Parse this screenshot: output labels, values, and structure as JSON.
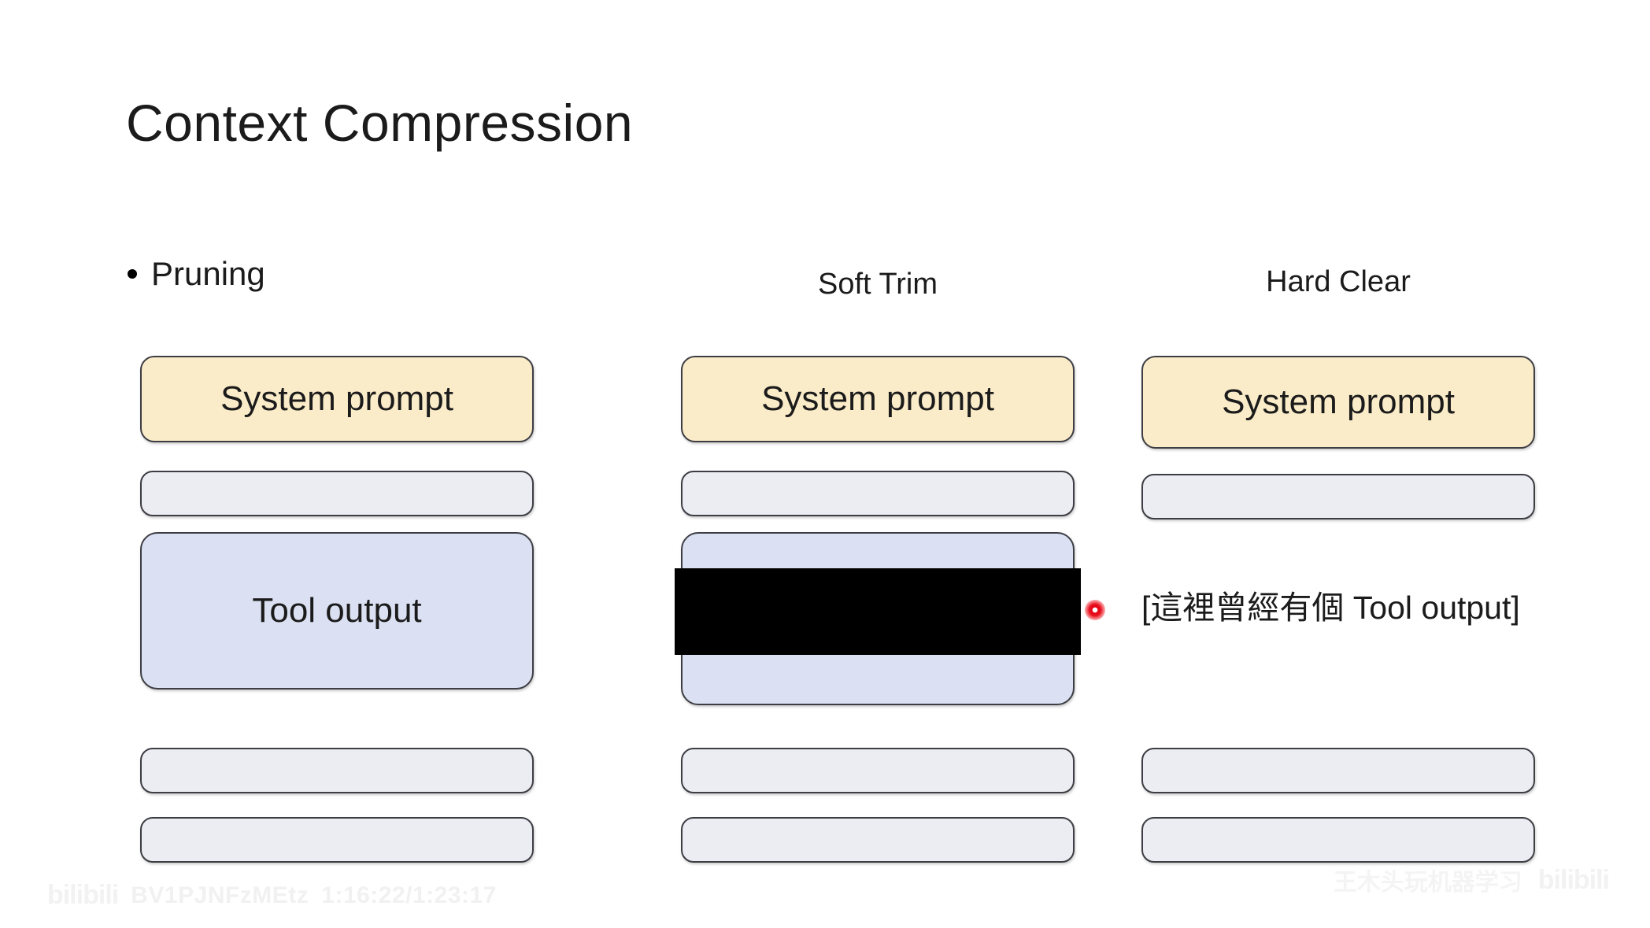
{
  "slide": {
    "title": "Context Compression",
    "bullet": {
      "marker": "bullet-dot",
      "label": "Pruning"
    }
  },
  "columns": [
    {
      "id": "baseline",
      "heading": "",
      "blocks": [
        {
          "kind": "system-prompt",
          "label": "System prompt",
          "color": "#fbecc9"
        },
        {
          "kind": "filler",
          "label": "",
          "color": "#ecedf2"
        },
        {
          "kind": "tool-output",
          "label": "Tool output",
          "color": "#dbe1f2"
        },
        {
          "kind": "filler",
          "label": "",
          "color": "#ecedf2"
        },
        {
          "kind": "filler",
          "label": "",
          "color": "#ecedf2"
        }
      ]
    },
    {
      "id": "soft-trim",
      "heading": "Soft Trim",
      "blocks": [
        {
          "kind": "system-prompt",
          "label": "System prompt",
          "color": "#fbecc9"
        },
        {
          "kind": "filler",
          "label": "",
          "color": "#ecedf2"
        },
        {
          "kind": "tool-output-redacted",
          "label": "",
          "color": "#dbe1f2",
          "redaction_color": "#000000"
        },
        {
          "kind": "filler",
          "label": "",
          "color": "#ecedf2"
        },
        {
          "kind": "filler",
          "label": "",
          "color": "#ecedf2"
        }
      ]
    },
    {
      "id": "hard-clear",
      "heading": "Hard Clear",
      "blocks": [
        {
          "kind": "system-prompt",
          "label": "System prompt",
          "color": "#fbecc9"
        },
        {
          "kind": "filler",
          "label": "",
          "color": "#ecedf2"
        },
        {
          "kind": "removed-note",
          "label": "[這裡曾經有個 Tool output]",
          "color": "#ffffff"
        },
        {
          "kind": "filler",
          "label": "",
          "color": "#ecedf2"
        },
        {
          "kind": "filler",
          "label": "",
          "color": "#ecedf2"
        }
      ]
    }
  ],
  "cursor": {
    "name": "red-cursor-dot",
    "color": "#e60012"
  },
  "watermark": {
    "site_logo": "bilibili",
    "video_id": "BV1PJNFzMEtz",
    "timestamp": "1:16:22/1:23:17",
    "uploader": "王木头玩机器学习"
  }
}
